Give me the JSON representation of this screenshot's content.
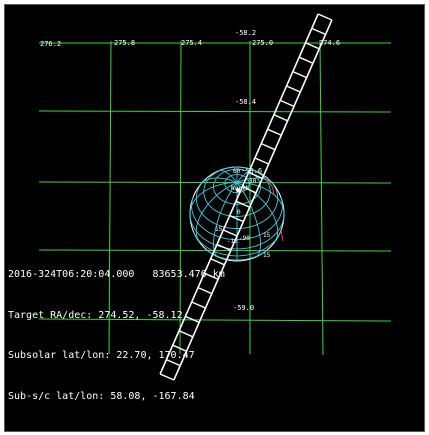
{
  "colors": {
    "background": "#000000",
    "grid": "#3ed43e",
    "globe_grid": "#44c8dc",
    "footprint": "#ffffff",
    "text": "#ffffff",
    "accent_red": "#ff3a3a"
  },
  "grid": {
    "ra_labels": [
      "276.2",
      "275.8",
      "275.4",
      "275.0",
      "274.6"
    ],
    "dec_labels": [
      "-58.2",
      "-58.4",
      "-58.6",
      "-59.0"
    ]
  },
  "globe": {
    "labels": [
      "60",
      "30",
      "North",
      "0",
      "15",
      "15",
      "-15",
      "-90",
      "15"
    ]
  },
  "info": {
    "line1": "2016-324T06:20:04.000   83653.476 km",
    "line2": "Target RA/dec: 274.52, -58.12",
    "line3": "Subsolar lat/lon: 22.70, 170.47",
    "line4": "Sub-s/c lat/lon: 58.08, -167.84"
  }
}
